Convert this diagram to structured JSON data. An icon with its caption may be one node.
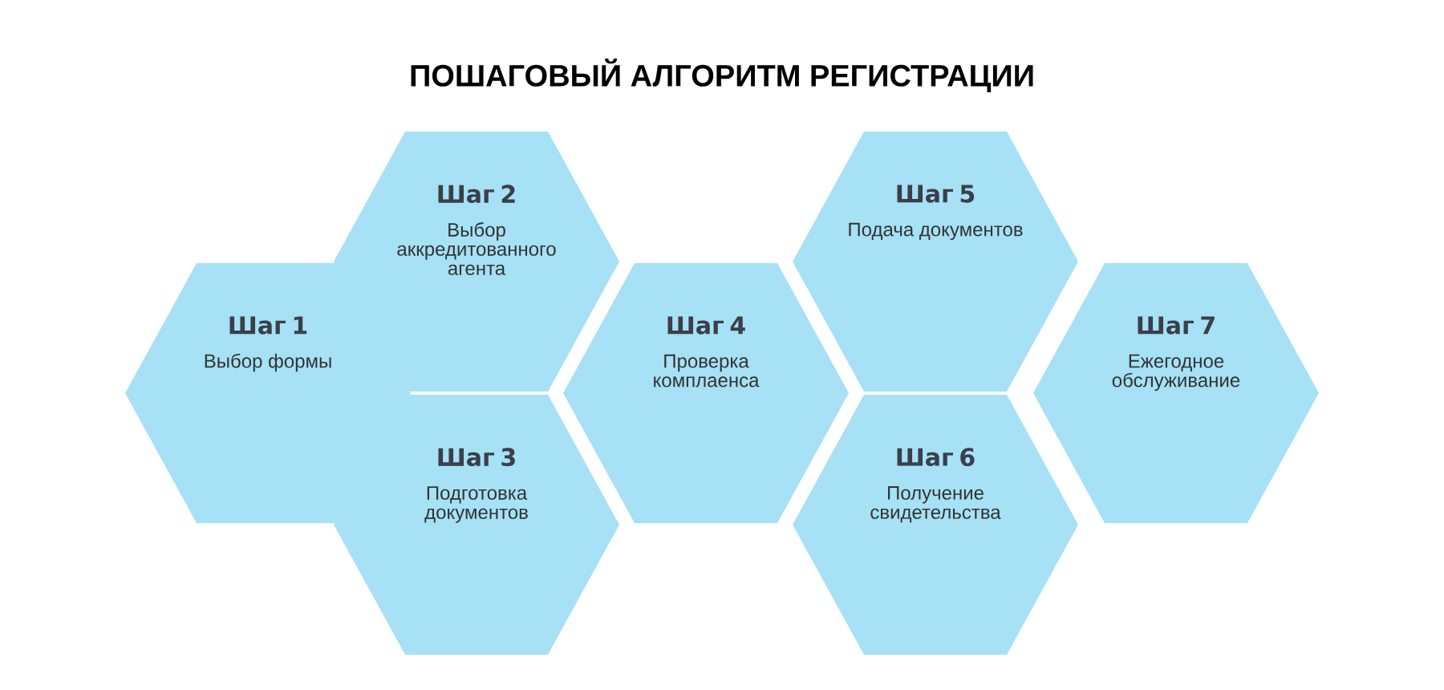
{
  "diagram": {
    "title": "ПОШАГОВЫЙ АЛГОРИТМ РЕГИСТРАЦИИ",
    "nodes": [
      {
        "text": [
          "Шаг 1",
          "Выбор формы"
        ]
      },
      {
        "text": [
          "Шаг 2",
          "Выбор аккредитованного агента"
        ]
      },
      {
        "text": [
          "Шаг 3",
          "Подготовка документов"
        ]
      },
      {
        "text": [
          "Шаг 4",
          "Проверка комплаенса"
        ]
      },
      {
        "text": [
          "Шаг 5",
          "Подача документов"
        ]
      },
      {
        "text": [
          "Шаг 6",
          "Получение свидетельства"
        ]
      },
      {
        "text": [
          "Шаг 7",
          "Ежегодное обслуживание"
        ]
      }
    ]
  }
}
